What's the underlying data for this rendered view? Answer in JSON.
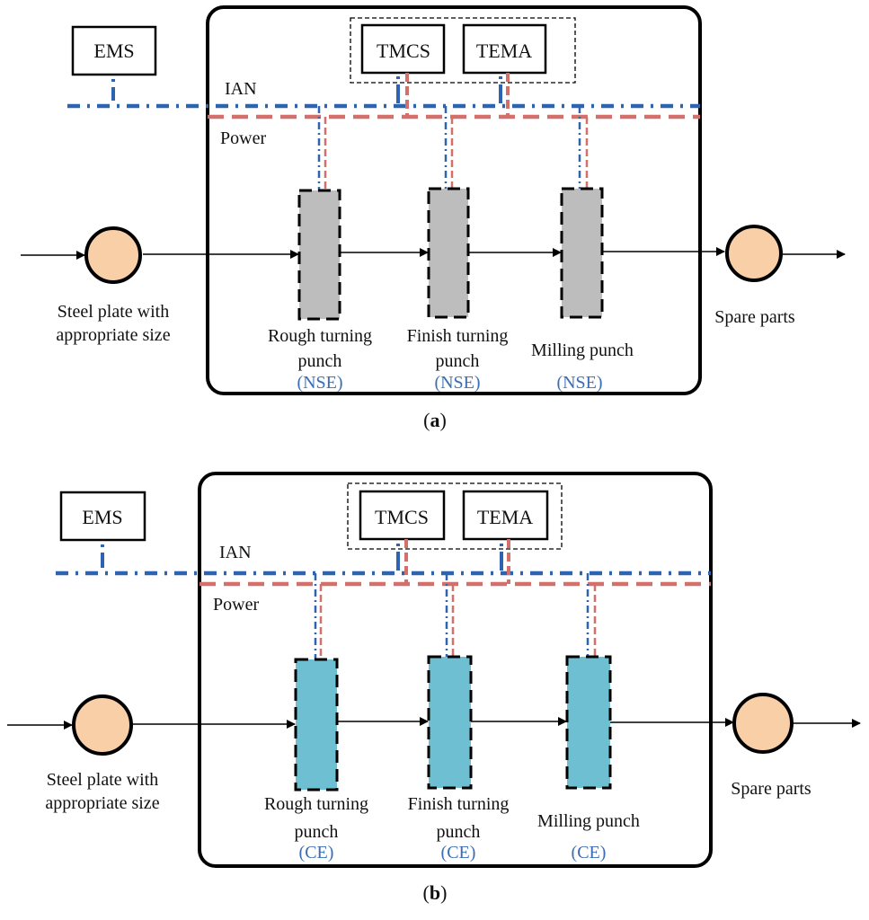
{
  "colors": {
    "ian_line": "#2e63b0",
    "power_line": "#d4706b",
    "nse_machine_fill": "#bdbdbd",
    "ce_machine_fill": "#6fbfd3",
    "node_fill": "#f9cfa8",
    "mode_text": "#3a6db5"
  },
  "panels": [
    {
      "id": "a",
      "caption_open": "(",
      "caption_letter": "a",
      "caption_close": ")",
      "ems_label": "EMS",
      "tmcs_label": "TMCS",
      "tema_label": "TEMA",
      "ian_label": "IAN",
      "power_label": "Power",
      "input_label_line1": "Steel plate with",
      "input_label_line2": "appropriate size",
      "output_label": "Spare parts",
      "machines": [
        {
          "name_line1": "Rough turning",
          "name_line2": "punch",
          "mode": "(NSE)"
        },
        {
          "name_line1": "Finish turning",
          "name_line2": "punch",
          "mode": "(NSE)"
        },
        {
          "name_line1": "Milling punch",
          "name_line2": "",
          "mode": "(NSE)"
        }
      ]
    },
    {
      "id": "b",
      "caption_open": "(",
      "caption_letter": "b",
      "caption_close": ")",
      "ems_label": "EMS",
      "tmcs_label": "TMCS",
      "tema_label": "TEMA",
      "ian_label": "IAN",
      "power_label": "Power",
      "input_label_line1": "Steel plate with",
      "input_label_line2": "appropriate size",
      "output_label": "Spare parts",
      "machines": [
        {
          "name_line1": "Rough turning",
          "name_line2": "punch",
          "mode": "(CE)"
        },
        {
          "name_line1": "Finish turning",
          "name_line2": "punch",
          "mode": "(CE)"
        },
        {
          "name_line1": "Milling punch",
          "name_line2": "",
          "mode": "(CE)"
        }
      ]
    }
  ]
}
